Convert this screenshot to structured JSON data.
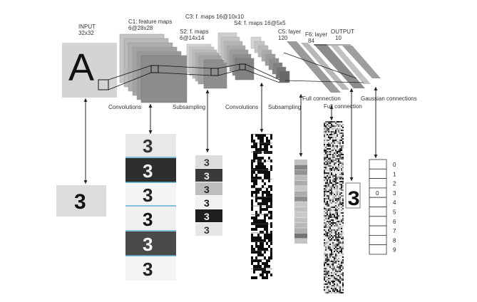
{
  "architecture": {
    "input": {
      "name": "INPUT",
      "size": "32x32",
      "letter": "A"
    },
    "c1": {
      "name": "C1: feature maps",
      "size": "6@28x28"
    },
    "s2": {
      "name": "S2: f. maps",
      "size": "6@14x14"
    },
    "c3": {
      "name": "C3: f. maps 16@10x10"
    },
    "s4": {
      "name": "S4: f. maps 16@5x5"
    },
    "c5": {
      "name": "C5: layer",
      "size": "120"
    },
    "f6": {
      "name": "F6: layer",
      "size": "84"
    },
    "output": {
      "name": "OUTPUT",
      "size": "10"
    }
  },
  "operations": {
    "convolutions_1": "Convolutions",
    "subsampling_1": "Subsampling",
    "convolutions_2": "Convolutions",
    "subsampling_2": "Subsampling",
    "full_connection_1": "Full connection",
    "full_connection_2": "Full connection",
    "gaussian": "Gaussian connections"
  },
  "activations": {
    "input_digit": "3",
    "c1_digits": [
      "3",
      "3",
      "3",
      "3",
      "3",
      "3"
    ],
    "s2_digits": [
      "3",
      "3",
      "3",
      "3",
      "3",
      "3"
    ],
    "f6_digit": "3",
    "output_classes": [
      "0",
      "1",
      "2",
      "3",
      "4",
      "5",
      "6",
      "7",
      "8",
      "9"
    ],
    "output_marker": "0"
  },
  "colors": {
    "line": "#222222",
    "layer_light": "#d8d8d8",
    "layer_mid": "#b8b8b8",
    "layer_dark": "#8f8f8f",
    "stripe_separator": "#5aaed0"
  }
}
